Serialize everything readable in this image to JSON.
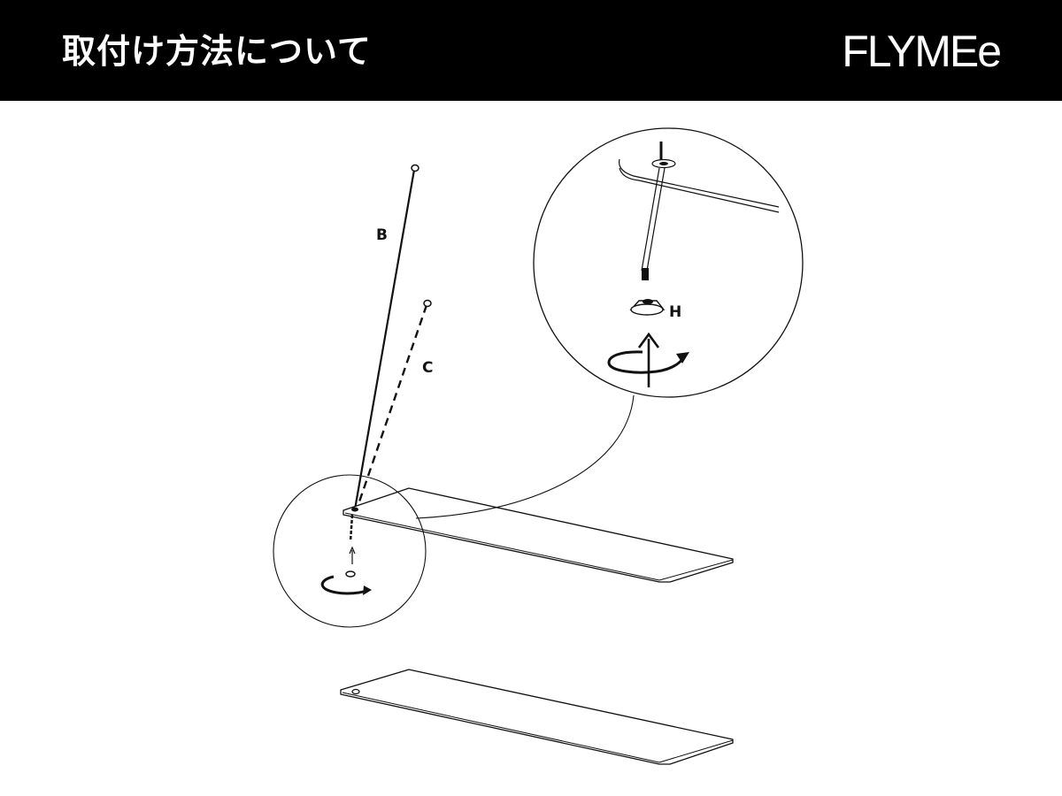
{
  "header": {
    "title": "取付け方法について",
    "brand": "FLYMEe",
    "background": "#000000",
    "text_color": "#ffffff"
  },
  "diagram": {
    "labels": {
      "pole_b": "B",
      "pole_c": "C",
      "part_h": "H"
    },
    "line_color": "#111111"
  }
}
